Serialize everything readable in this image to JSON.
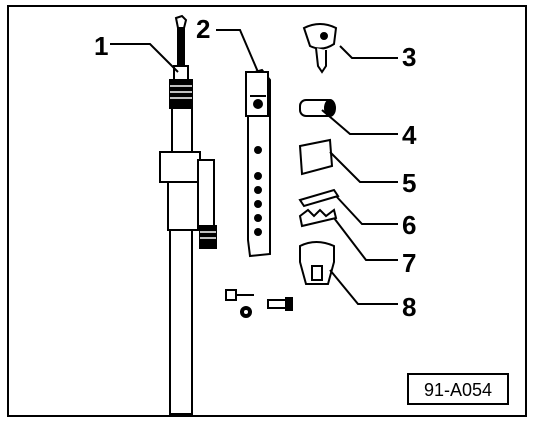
{
  "diagram": {
    "callouts": [
      {
        "id": "callout-1",
        "label": "1"
      },
      {
        "id": "callout-2",
        "label": "2"
      },
      {
        "id": "callout-3",
        "label": "3"
      },
      {
        "id": "callout-4",
        "label": "4"
      },
      {
        "id": "callout-5",
        "label": "5"
      },
      {
        "id": "callout-6",
        "label": "6"
      },
      {
        "id": "callout-7",
        "label": "7"
      },
      {
        "id": "callout-8",
        "label": "8"
      }
    ],
    "figure_code": "91-A054"
  }
}
